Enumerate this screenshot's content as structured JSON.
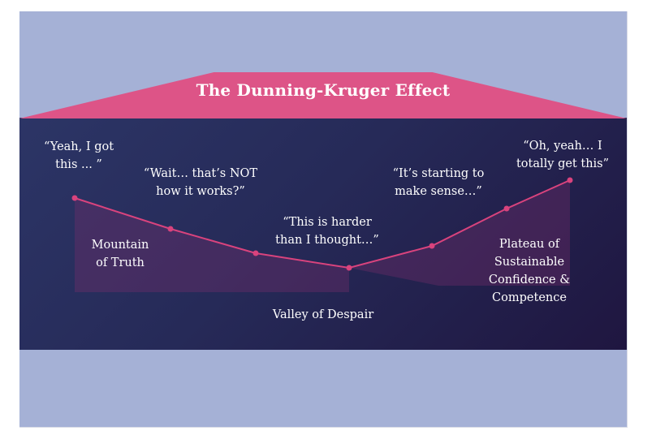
{
  "title": "The Dunning-Kruger Effect",
  "colors": {
    "roof": "#dd5487",
    "curve": "#d9437d",
    "panel_start": "#2c3566",
    "panel_end": "#1f1640",
    "background": "#a5b1d6"
  },
  "quotes": [
    {
      "id": "got-this",
      "text": "“Yeah, I got\nthis ... ”"
    },
    {
      "id": "not-how",
      "text": "“Wait… that’s NOT\nhow it works?”"
    },
    {
      "id": "harder",
      "text": "“This is harder\nthan I thought…”"
    },
    {
      "id": "making-sense",
      "text": "“It’s starting to\nmake sense…”"
    },
    {
      "id": "totally",
      "text": "“Oh, yeah… I\ntotally get this”"
    }
  ],
  "stages": {
    "mountain": "Mountain\nof Truth",
    "valley": "Valley of Despair",
    "plateau": "Plateau of\nSustainable\nConfidence &\nCompetence"
  },
  "curve_markers": 7
}
